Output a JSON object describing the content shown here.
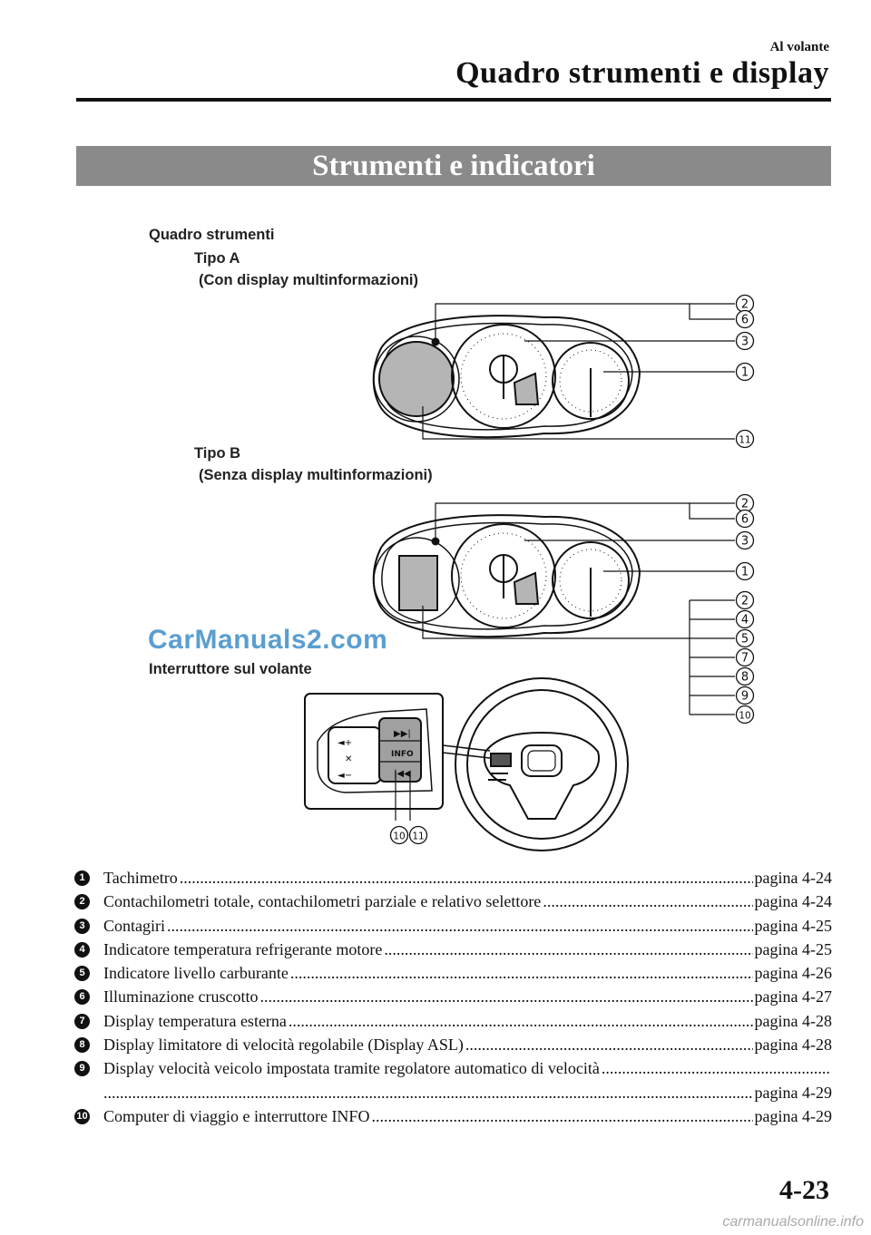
{
  "header": {
    "section": "Al volante",
    "chapter_title": "Quadro strumenti e display"
  },
  "banner_title": "Strumenti e indicatori",
  "figure": {
    "cluster_label": "Quadro strumenti",
    "type_a_label": "Tipo A",
    "type_a_note": "(Con display multinformazioni)",
    "type_b_label": "Tipo B",
    "type_b_note": "(Senza display multinformazioni)",
    "switch_label": "Interruttore sul volante",
    "watermark": "CarManuals2.com",
    "callouts_a": [
      "2",
      "6",
      "3",
      "1",
      "11"
    ],
    "callouts_b": [
      "2",
      "6",
      "3",
      "1",
      "2",
      "4",
      "5",
      "7",
      "8",
      "9",
      "10"
    ],
    "callouts_wheel": [
      "10",
      "11"
    ],
    "button_labels": [
      "INFO"
    ]
  },
  "items": [
    {
      "num": "1",
      "text": "Tachimetro",
      "page": "pagina 4-24"
    },
    {
      "num": "2",
      "text": "Contachilometri totale, contachilometri parziale e relativo selettore",
      "page": "pagina 4-24"
    },
    {
      "num": "3",
      "text": "Contagiri",
      "page": "pagina 4-25"
    },
    {
      "num": "4",
      "text": "Indicatore temperatura refrigerante motore",
      "page": "pagina 4-25"
    },
    {
      "num": "5",
      "text": "Indicatore livello carburante",
      "page": "pagina 4-26"
    },
    {
      "num": "6",
      "text": "Illuminazione cruscotto",
      "page": "pagina 4-27"
    },
    {
      "num": "7",
      "text": "Display temperatura esterna",
      "page": "pagina 4-28"
    },
    {
      "num": "8",
      "text": "Display limitatore di velocità regolabile (Display ASL)",
      "page": "pagina 4-28"
    },
    {
      "num": "9",
      "text": "Display velocità veicolo impostata tramite regolatore automatico di velocità",
      "page": "pagina 4-29"
    },
    {
      "num": "10",
      "text": "Computer di viaggio e interruttore INFO",
      "page": "pagina 4-29"
    }
  ],
  "page_number": "4-23",
  "footer_site": "carmanualsonline.info"
}
